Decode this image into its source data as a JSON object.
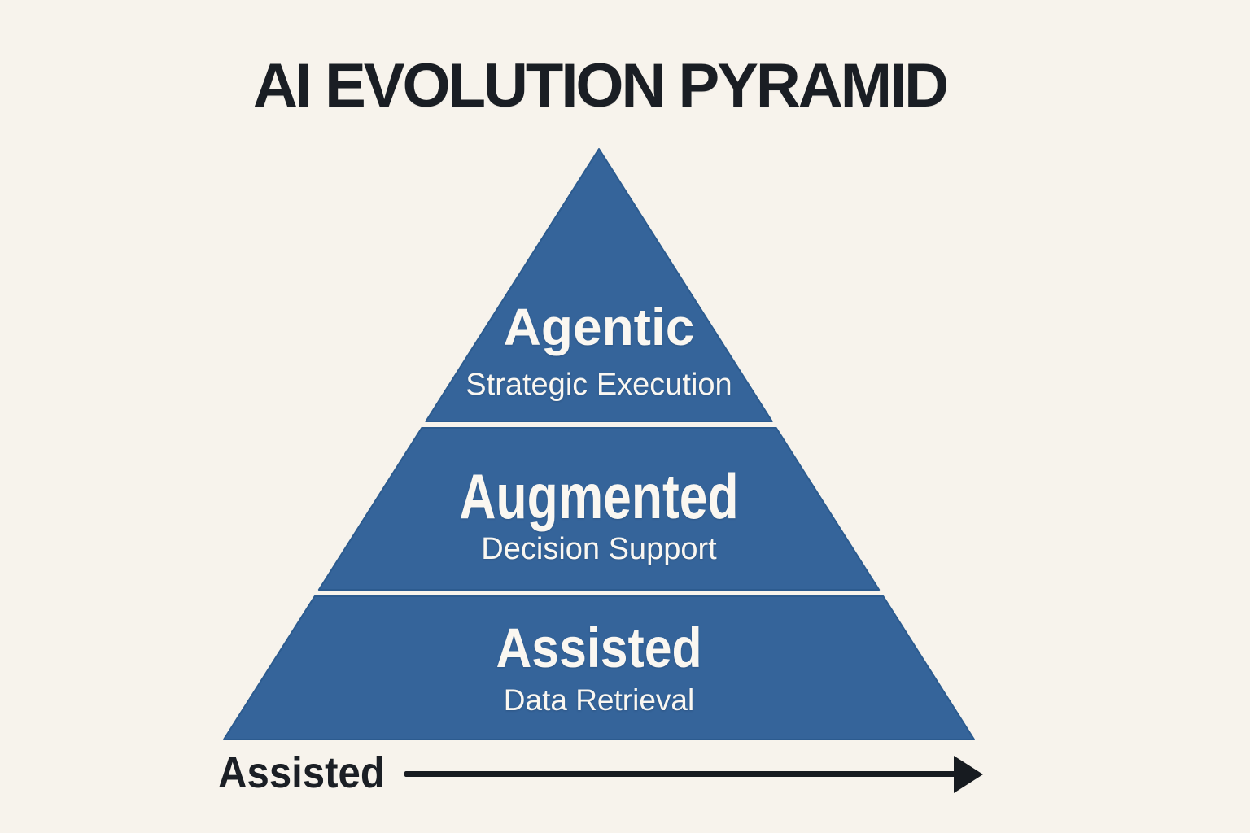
{
  "title": "AI EVOLUTION PYRAMID",
  "pyramid": {
    "tiers": [
      {
        "name": "Agentic",
        "subtitle": "Strategic Execution"
      },
      {
        "name": "Augmented",
        "subtitle": "Decision Support"
      },
      {
        "name": "Assisted",
        "subtitle": "Data Retrieval"
      }
    ]
  },
  "axis": {
    "label": "Assisted"
  },
  "colors": {
    "background": "#f7f3ec",
    "pyramid_fill": "#35649a",
    "pyramid_edge": "#2c5b8f",
    "tier_text": "#faf7f1",
    "heading_text": "#1a1e24",
    "arrow": "#171b20"
  }
}
